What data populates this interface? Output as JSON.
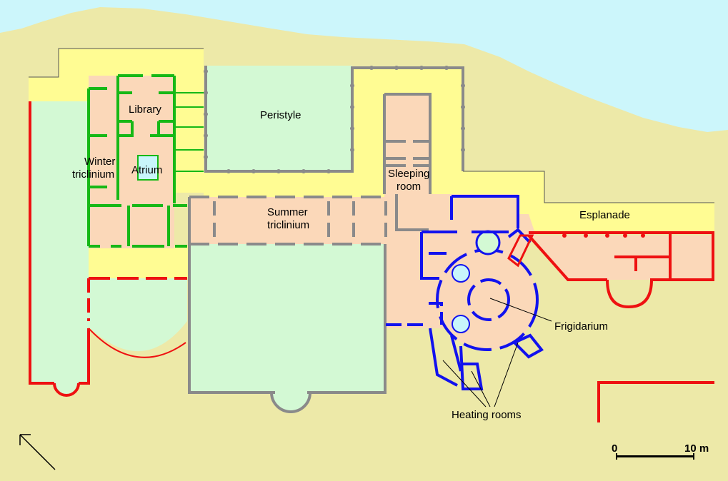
{
  "colors": {
    "sea": "#ccf6fb",
    "land": "#ede9a8",
    "terrace": "#fffc93",
    "room": "#fbd8b9",
    "garden": "#d3f9d4",
    "pool": "#c8f6fb",
    "wall_green": "#16b816",
    "wall_grey": "#8a8a8a",
    "wall_blue": "#1212ee",
    "wall_red": "#ee1111"
  },
  "labels": {
    "library": "Library",
    "winter_1": "Winter",
    "winter_2": "triclinium",
    "atrium": "Atrium",
    "peristyle": "Peristyle",
    "sleeping_1": "Sleeping",
    "sleeping_2": "room",
    "summer_1": "Summer",
    "summer_2": "triclinium",
    "esplanade": "Esplanade",
    "frigidarium": "Frigidarium",
    "heating": "Heating rooms"
  },
  "scale_bar": {
    "start_label": "0",
    "end_label": "10 m"
  },
  "north_arrow": {
    "icon": "north-arrow-icon"
  }
}
